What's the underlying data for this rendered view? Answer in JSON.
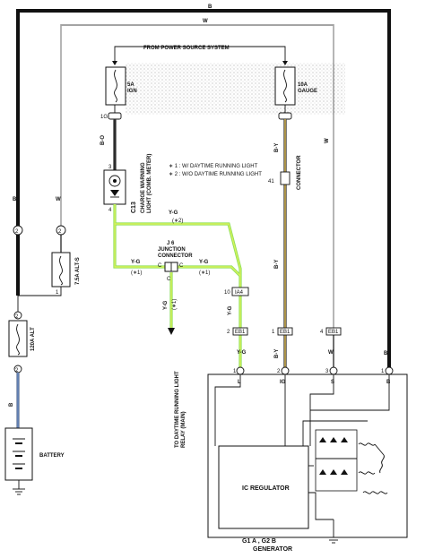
{
  "header": {
    "power_source": "FROM POWER SOURCE SYSTEM"
  },
  "wires": {
    "top_b": "B",
    "top_w": "W",
    "left_b": "B",
    "left_w": "W",
    "w_right": "W",
    "by_main": "B-Y",
    "by_low": "B-Y",
    "bo": "B-O",
    "yg_top": "Y-G",
    "yg_mid_left": "Y-G",
    "yg_mid_right": "Y-G",
    "yg_down": "Y-G",
    "yg_down_relay": "Y-G",
    "w_bottom": "W",
    "b_right_bottom": "B",
    "b_alt": "B"
  },
  "fuses": {
    "ign_label": "5A\nIGN",
    "gauge_label": "10A\nGAUGE",
    "alt_s_label": "7.5A ALT-S",
    "alt_label": "120A ALT"
  },
  "notes": {
    "note1": "∗ 1 : W/ DAYTIME RUNNING LIGHT",
    "note2": "∗ 2 : W/O DAYTIME RUNNING LIGHT",
    "mark_plus2": "(∗2)",
    "mark_plus1_a": "(∗1)",
    "mark_plus1_b": "(∗1)",
    "mark_plus1_c": "(∗1)"
  },
  "components": {
    "c13": "C13",
    "charge_light": "CHARGE WARNING\nLIGHT (COMB. METER)",
    "j6": "J 6",
    "junction": "JUNCTION\nCONNECTOR",
    "j_connector_side": "CONNECTOR",
    "relay_dest": "TO DAYTIME RUNNING LIGHT\nRELAY (MAIN)",
    "battery": "BATTERY",
    "ic_regulator": "IC REGULATOR",
    "generator_codes": "G1 A , G2 B",
    "generator": "GENERATOR",
    "ia4": "IA4",
    "eb1_a": "EB1",
    "eb1_b": "EB1",
    "eb1_c": "EB1",
    "gen_L": "L",
    "gen_IG": "IG",
    "gen_S": "S",
    "gen_B": "B"
  },
  "pins": {
    "p_ign_in": "1G",
    "p_c13_3": "3",
    "p_c13_4": "4",
    "p_j6_c1": "C",
    "p_j6_c2": "C",
    "p_j6_c3": "C",
    "p_ia4": "10",
    "p_eb1_a": "2",
    "p_eb1_b": "1",
    "p_eb1_c": "4",
    "p_l": "1",
    "p_ig": "2",
    "p_s": "3",
    "p_b": "1",
    "p_left_2a": "2",
    "p_left_2b": "2",
    "p_alts_1": "1",
    "p_alt_2": "2",
    "p_alt_2b": "2",
    "p_gauge_conn": "41"
  }
}
